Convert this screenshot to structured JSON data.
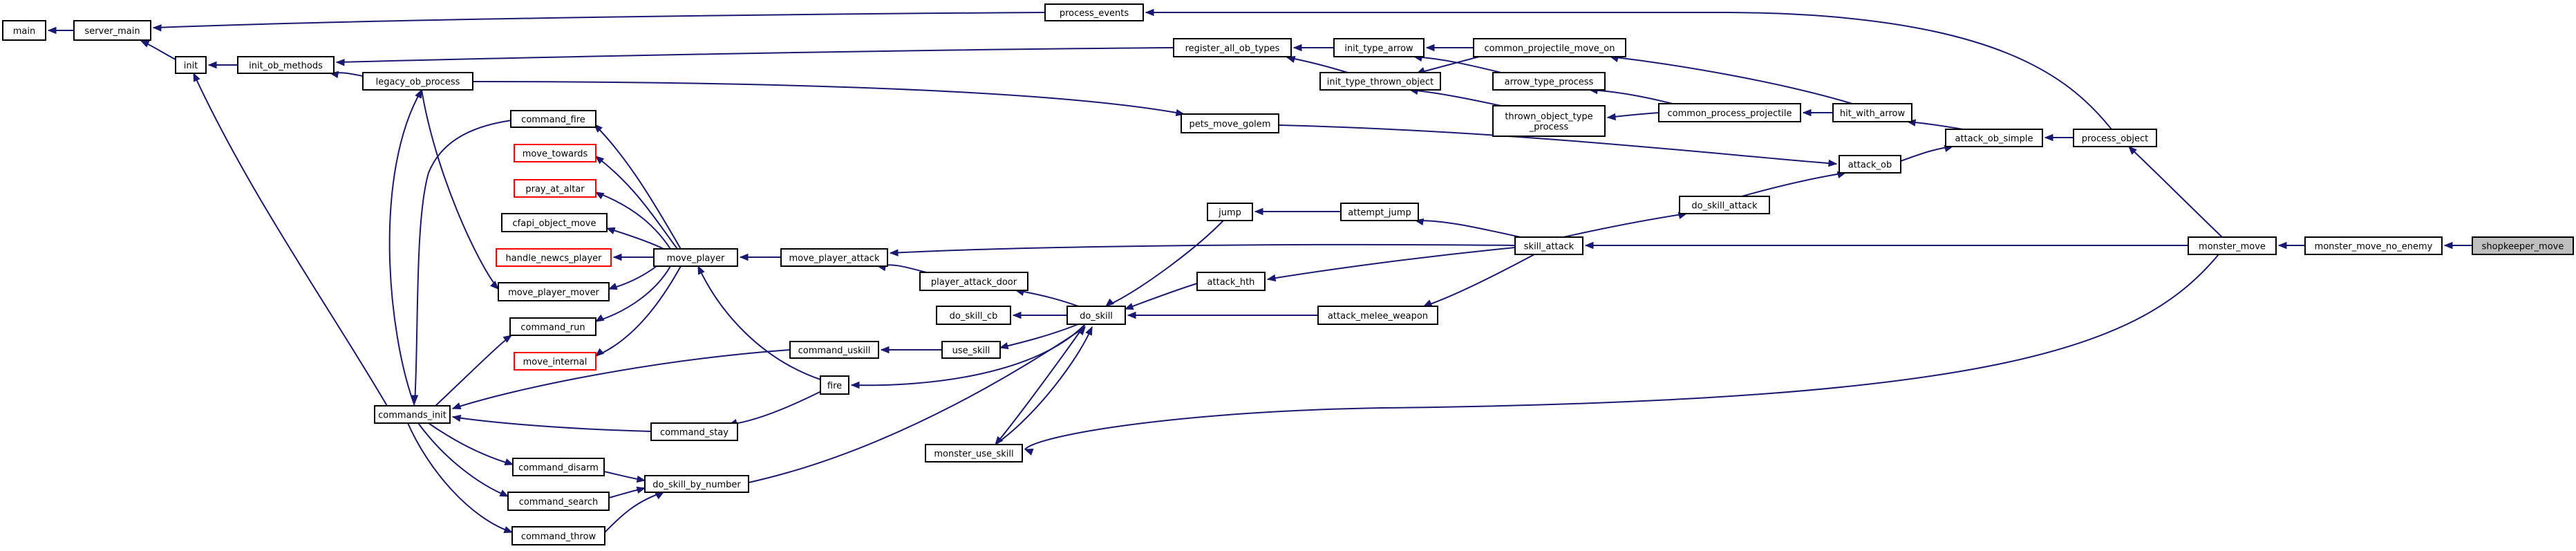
{
  "graph": {
    "kind": "call-graph",
    "colors": {
      "edge": "#191970",
      "node_border": "#000000",
      "node_border_incomplete": "#ff0000",
      "focus_fill": "#bfbfbf",
      "background": "#ffffff"
    },
    "nodes": [
      {
        "id": "main",
        "label": "main"
      },
      {
        "id": "server_main",
        "label": "server_main"
      },
      {
        "id": "init",
        "label": "init"
      },
      {
        "id": "init_ob_methods",
        "label": "init_ob_methods"
      },
      {
        "id": "legacy_ob_process",
        "label": "legacy_ob_process"
      },
      {
        "id": "process_events",
        "label": "process_events"
      },
      {
        "id": "register_all_ob_types",
        "label": "register_all_ob_types"
      },
      {
        "id": "init_type_arrow",
        "label": "init_type_arrow"
      },
      {
        "id": "init_type_thrown_object",
        "label": "init_type_thrown_object"
      },
      {
        "id": "common_projectile_move_on",
        "label": "common_projectile_move_on"
      },
      {
        "id": "arrow_type_process",
        "label": "arrow_type_process"
      },
      {
        "id": "thrown_object_type_process",
        "label": "thrown_object_type\n_process"
      },
      {
        "id": "common_process_projectile",
        "label": "common_process_projectile"
      },
      {
        "id": "hit_with_arrow",
        "label": "hit_with_arrow"
      },
      {
        "id": "attack_ob_simple",
        "label": "attack_ob_simple"
      },
      {
        "id": "process_object",
        "label": "process_object"
      },
      {
        "id": "pets_move_golem",
        "label": "pets_move_golem"
      },
      {
        "id": "attack_ob",
        "label": "attack_ob"
      },
      {
        "id": "do_skill_attack",
        "label": "do_skill_attack"
      },
      {
        "id": "skill_attack",
        "label": "skill_attack"
      },
      {
        "id": "monster_move",
        "label": "monster_move"
      },
      {
        "id": "monster_move_no_enemy",
        "label": "monster_move_no_enemy"
      },
      {
        "id": "shopkeeper_move",
        "label": "shopkeeper_move",
        "focus": true
      },
      {
        "id": "command_fire",
        "label": "command_fire"
      },
      {
        "id": "move_towards",
        "label": "move_towards",
        "incomplete": true
      },
      {
        "id": "pray_at_altar",
        "label": "pray_at_altar",
        "incomplete": true
      },
      {
        "id": "cfapi_object_move",
        "label": "cfapi_object_move"
      },
      {
        "id": "handle_newcs_player",
        "label": "handle_newcs_player",
        "incomplete": true
      },
      {
        "id": "move_player_mover",
        "label": "move_player_mover"
      },
      {
        "id": "command_run",
        "label": "command_run"
      },
      {
        "id": "move_internal",
        "label": "move_internal",
        "incomplete": true
      },
      {
        "id": "move_player",
        "label": "move_player"
      },
      {
        "id": "move_player_attack",
        "label": "move_player_attack"
      },
      {
        "id": "jump",
        "label": "jump"
      },
      {
        "id": "attempt_jump",
        "label": "attempt_jump"
      },
      {
        "id": "attack_hth",
        "label": "attack_hth"
      },
      {
        "id": "player_attack_door",
        "label": "player_attack_door"
      },
      {
        "id": "do_skill_cb",
        "label": "do_skill_cb"
      },
      {
        "id": "do_skill",
        "label": "do_skill"
      },
      {
        "id": "attack_melee_weapon",
        "label": "attack_melee_weapon"
      },
      {
        "id": "command_uskill",
        "label": "command_uskill"
      },
      {
        "id": "use_skill",
        "label": "use_skill"
      },
      {
        "id": "fire",
        "label": "fire"
      },
      {
        "id": "commands_init",
        "label": "commands_init"
      },
      {
        "id": "command_stay",
        "label": "command_stay"
      },
      {
        "id": "monster_use_skill",
        "label": "monster_use_skill"
      },
      {
        "id": "command_disarm",
        "label": "command_disarm"
      },
      {
        "id": "command_search",
        "label": "command_search"
      },
      {
        "id": "command_throw",
        "label": "command_throw"
      },
      {
        "id": "do_skill_by_number",
        "label": "do_skill_by_number"
      }
    ]
  }
}
